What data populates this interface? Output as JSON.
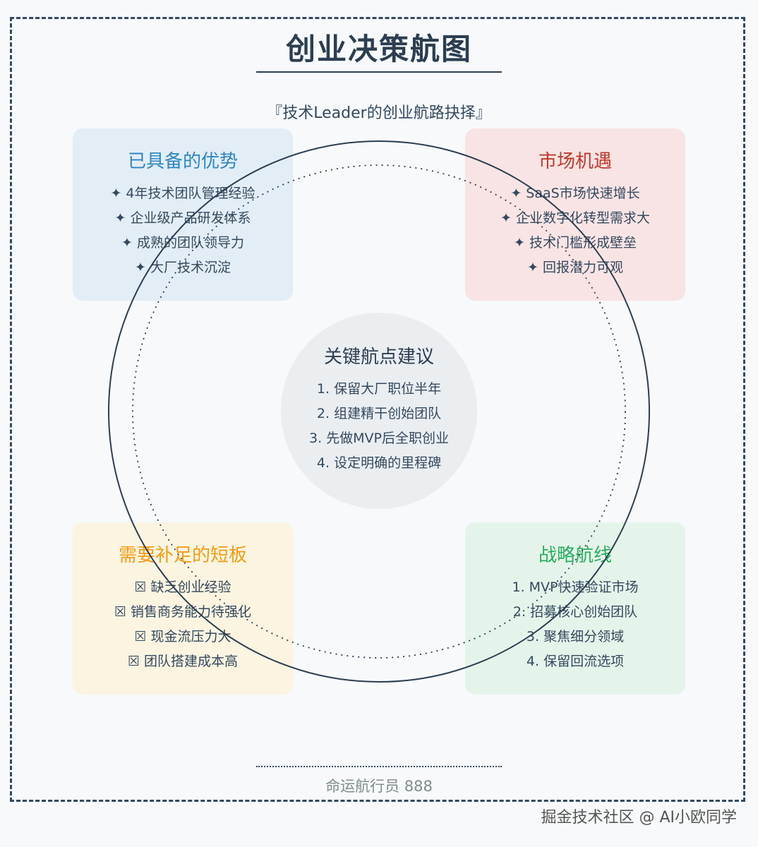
{
  "title": "创业决策航图",
  "subtitle": "『技术Leader的创业航路抉择』",
  "cards": {
    "advantages": {
      "heading": "已具备的优势",
      "items": [
        "✦ 4年技术团队管理经验",
        "✦ 企业级产品研发体系",
        "✦ 成熟的团队领导力",
        "✦ 大厂技术沉淀"
      ]
    },
    "opportunities": {
      "heading": "市场机遇",
      "items": [
        "✦ SaaS市场快速增长",
        "✦ 企业数字化转型需求大",
        "✦ 技术门槛形成壁垒",
        "✦ 回报潜力可观"
      ]
    },
    "weaknesses": {
      "heading": "需要补足的短板",
      "items": [
        "☒ 缺乏创业经验",
        "☒ 销售商务能力待强化",
        "☒ 现金流压力大",
        "☒ 团队搭建成本高"
      ]
    },
    "strategy": {
      "heading": "战略航线",
      "items": [
        "1. MVP快速验证市场",
        "2. 招募核心创始团队",
        "3. 聚焦细分领域",
        "4. 保留回流选项"
      ]
    }
  },
  "center": {
    "heading": "关键航点建议",
    "items": [
      "1. 保留大厂职位半年",
      "2. 组建精干创始团队",
      "3. 先做MVP后全职创业",
      "4. 设定明确的里程碑"
    ]
  },
  "footer": "命运航行员 888",
  "watermark": "掘金技术社区 @ AI小欧同学",
  "colors": {
    "advantages": "#2e86c1",
    "opportunities": "#c0392b",
    "weaknesses": "#f39c12",
    "strategy": "#27ae60",
    "ink": "#2c3e50"
  }
}
